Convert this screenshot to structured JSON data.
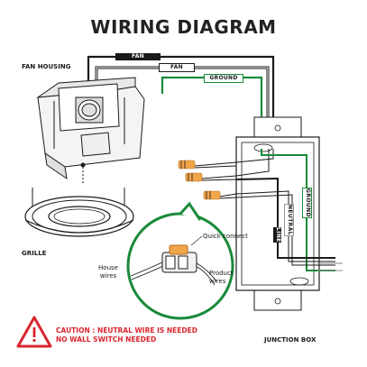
{
  "title": "WIRING DIAGRAM",
  "labels": {
    "fan_housing": "FAN HOUSING",
    "grille": "GRILLE",
    "junction_box": "JUNCTION BOX",
    "quick_connect": "Quick connect",
    "house_wires": "House wires",
    "product_wires": "Product wires"
  },
  "wire_tags": {
    "fan_black": "FAN",
    "fan_white": "FAN",
    "ground": "GROUND",
    "neutral": "NEUTRAL",
    "line": "LINE",
    "ground_vertical": "GROUND"
  },
  "caution": {
    "line1": "CAUTION : NEUTRAL WIRE IS NEEDED",
    "line2": "NO WALL SWITCH NEEDED"
  },
  "colors": {
    "ground_wire": "#1a8a3a",
    "caution": "#d9262e",
    "hot_wire": "#1a1a1a",
    "connector": "#f2a64a"
  }
}
